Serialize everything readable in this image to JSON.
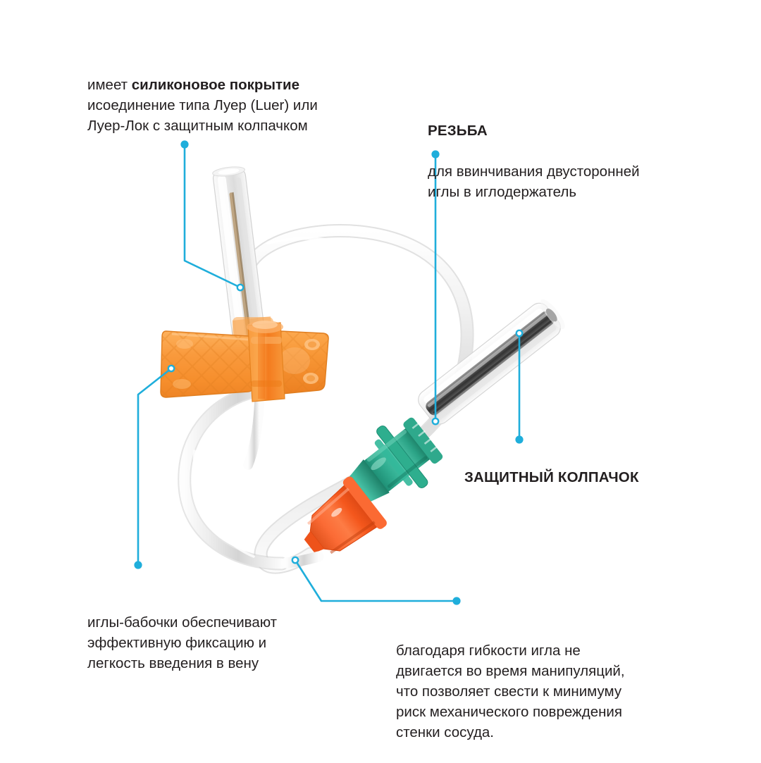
{
  "meta": {
    "accent_color": "#1FAEDB",
    "text_color": "#231f20",
    "background": "#ffffff",
    "device_colors": {
      "wing_orange": "#F89A3C",
      "wing_orange_dark": "#E8842A",
      "hub_green": "#2EAE8E",
      "hub_green_dark": "#1F8E72",
      "connector_orange": "#F96030",
      "connector_orange_dark": "#E04A1B",
      "tube_gray": "#DCDCDC",
      "needle_gray": "#4A4A4A"
    }
  },
  "callouts": {
    "luer": {
      "id": "luer-coating-callout",
      "line1_prefix": "имеет ",
      "line1_bold": "силиконовое покрытие",
      "line1_suffix": " и",
      "rest": "соединение типа Луер (Luer) или\nЛуер-Лок с защитным колпачком"
    },
    "thread": {
      "id": "thread-callout",
      "title": "РЕЗЬБА",
      "body": "для ввинчивания двусторонней\nиглы в иглодержатель"
    },
    "cap": {
      "id": "protective-cap-callout",
      "title": "ЗАЩИТНЫЙ КОЛПАЧОК"
    },
    "butterfly": {
      "id": "butterfly-wings-callout",
      "body": "иглы-бабочки  обеспечивают\nэффективную фиксацию и\nлегкость введения в вену"
    },
    "flexibility": {
      "id": "flexibility-callout",
      "body": "благодаря гибкости  игла не\nдвигается во время манипуляций,\nчто позволяет свести к минимуму\nриск механического повреждения\nстенки сосуда."
    }
  },
  "device": {
    "name": "butterfly-winged-infusion-set",
    "parts": [
      {
        "name": "protective-needle-cap-left",
        "label": "защитный колпачок"
      },
      {
        "name": "orange-butterfly-wings",
        "label": "крылья-бабочки"
      },
      {
        "name": "flexible-tubing-loop",
        "label": "гибкая трубка"
      },
      {
        "name": "green-luer-thread-hub",
        "label": "резьба / Луер"
      },
      {
        "name": "orange-luer-connector",
        "label": "коннектор"
      },
      {
        "name": "double-ended-needle",
        "label": "двусторонняя игла"
      },
      {
        "name": "transparent-needle-sheath",
        "label": "защитный колпачок иглы"
      }
    ]
  }
}
